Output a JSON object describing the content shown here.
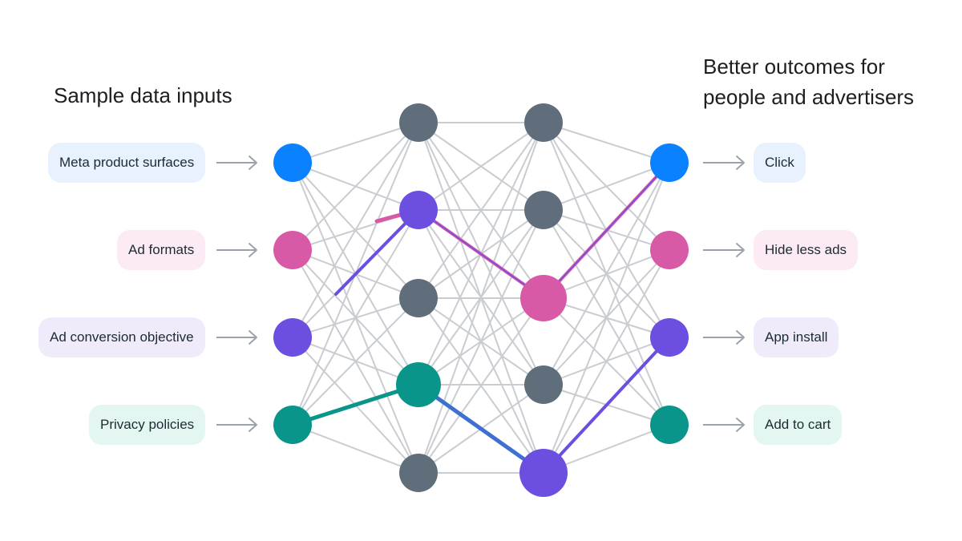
{
  "headings": {
    "inputs": "Sample data inputs",
    "outcomes": "Better outcomes for\npeople and advertisers"
  },
  "inputs": [
    {
      "label": "Meta product surfaces",
      "node_color": "#0a82ff",
      "bg": "#e8f1fe"
    },
    {
      "label": "Ad formats",
      "node_color": "#d85aa7",
      "bg": "#fcebf4"
    },
    {
      "label": "Ad conversion objective",
      "node_color": "#6c4fe0",
      "bg": "#efebfb"
    },
    {
      "label": "Privacy policies",
      "node_color": "#0a958b",
      "bg": "#e3f6f1"
    }
  ],
  "outputs": [
    {
      "label": "Click",
      "node_color": "#0a82ff",
      "bg": "#e8f1fe"
    },
    {
      "label": "Hide less ads",
      "node_color": "#d85aa7",
      "bg": "#fcebf4"
    },
    {
      "label": "App install",
      "node_color": "#6c4fe0",
      "bg": "#efebfb"
    },
    {
      "label": "Add to cart",
      "node_color": "#0a958b",
      "bg": "#e3f6f1"
    }
  ],
  "hidden1": [
    {
      "color": "#5f6e7a"
    },
    {
      "color": "#6c4fe0"
    },
    {
      "color": "#5f6e7a"
    },
    {
      "color": "#0a958b"
    },
    {
      "color": "#5f6e7a"
    }
  ],
  "hidden2": [
    {
      "color": "#5f6e7a"
    },
    {
      "color": "#5f6e7a"
    },
    {
      "color": "#d85aa7"
    },
    {
      "color": "#5f6e7a"
    },
    {
      "color": "#6c4fe0"
    }
  ],
  "colors": {
    "edge": "#c9cdd1",
    "arrow": "#9aa3ab",
    "pink": "#d85aa7",
    "purple": "#6c4fe0",
    "teal": "#0a958b",
    "blue": "#3f6fd0"
  },
  "icons": {
    "arrow": "arrow-right-icon"
  }
}
